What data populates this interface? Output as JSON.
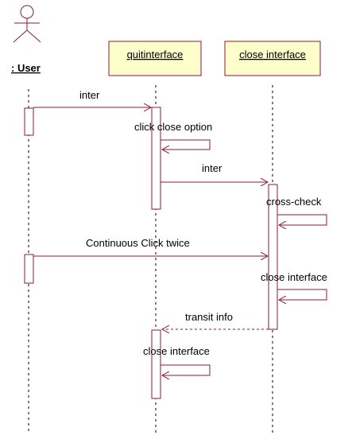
{
  "colors": {
    "line": "#8b1a3c",
    "object_fill": "#ffffcc",
    "lifeline": "#000000",
    "activation_fill": "#ffffff"
  },
  "actor": {
    "label": ": User",
    "icon": "stick-figure-icon"
  },
  "objects": [
    {
      "label": "quitinterface"
    },
    {
      "label": "close interface"
    }
  ],
  "messages": [
    {
      "label": "inter",
      "kind": "call",
      "from": "User",
      "to": "quitinterface"
    },
    {
      "label": "click close option",
      "kind": "self",
      "on": "quitinterface"
    },
    {
      "label": "inter",
      "kind": "call",
      "from": "quitinterface",
      "to": "close interface"
    },
    {
      "label": "cross-check",
      "kind": "self",
      "on": "close interface"
    },
    {
      "label": "Continuous Click twice",
      "kind": "call",
      "from": "User",
      "to": "close interface"
    },
    {
      "label": "close interface",
      "kind": "self",
      "on": "close interface"
    },
    {
      "label": "transit info",
      "kind": "return",
      "from": "close interface",
      "to": "quitinterface"
    },
    {
      "label": "close interface",
      "kind": "self",
      "on": "quitinterface"
    }
  ]
}
